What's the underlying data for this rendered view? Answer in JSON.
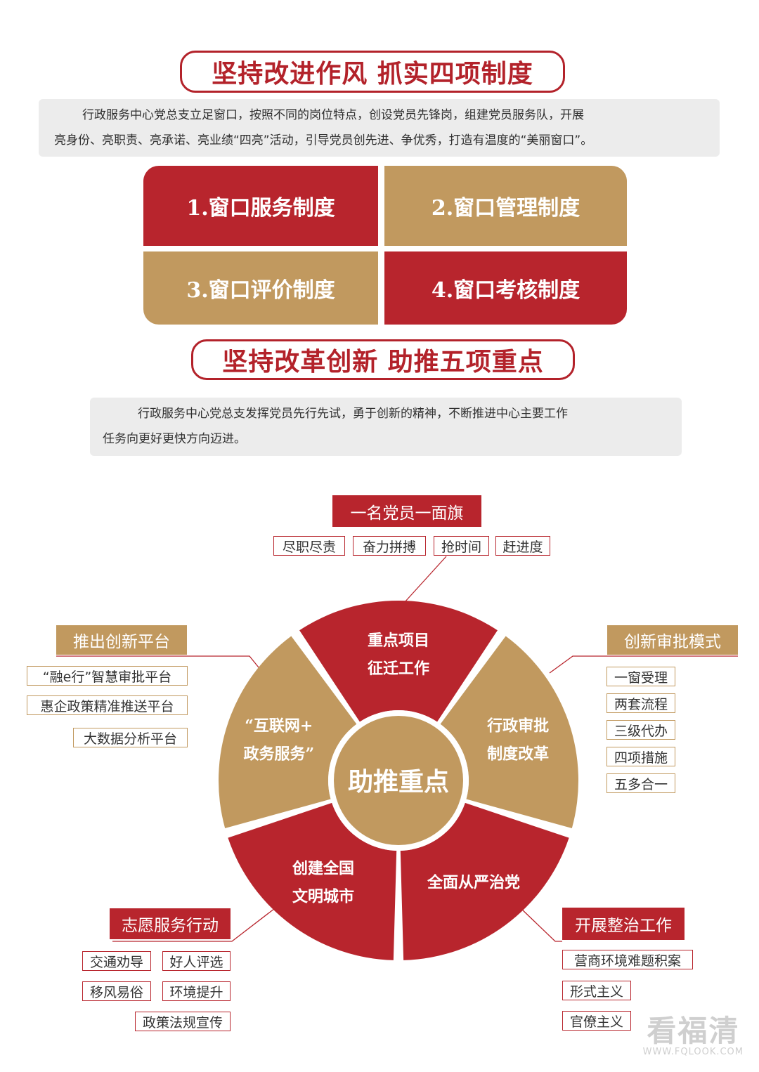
{
  "section1": {
    "title": "坚持改进作风 抓实四项制度",
    "desc_line1": "行政服务中心党总支立足窗口，按照不同的岗位特点，创设党员先锋岗，组建党员服务队，开展",
    "desc_line2": "亮身份、亮职责、亮承诺、亮业绩“四亮”活动，引导党员创先进、争优秀，打造有温度的“美丽窗口”。",
    "systems": [
      "1.窗口服务制度",
      "2.窗口管理制度",
      "3.窗口评价制度",
      "4.窗口考核制度"
    ]
  },
  "section2": {
    "title": "坚持改革创新 助推五项重点",
    "desc_line1": "行政服务中心党总支发挥党员先行先试，勇于创新的精神，不断推进中心主要工作",
    "desc_line2": "任务向更好更快方向迈进。"
  },
  "wheel": {
    "center": "助推重点",
    "segments": {
      "top": [
        "重点项目",
        "征迁工作"
      ],
      "right": [
        "行政审批",
        "制度改革"
      ],
      "bottom_right": [
        "全面从严治党"
      ],
      "bottom_left": [
        "创建全国",
        "文明城市"
      ],
      "left": [
        "“互联网+",
        "政务服务”"
      ]
    }
  },
  "groups": {
    "top": {
      "label": "一名党员一面旗",
      "tags": [
        "尽职尽责",
        "奋力拼搏",
        "抢时间",
        "赶进度"
      ]
    },
    "left": {
      "label": "推出创新平台",
      "tags": [
        "“融e行”智慧审批平台",
        "惠企政策精准推送平台",
        "大数据分析平台"
      ]
    },
    "right": {
      "label": "创新审批模式",
      "tags": [
        "一窗受理",
        "两套流程",
        "三级代办",
        "四项措施",
        "五多合一"
      ]
    },
    "bottom_left": {
      "label": "志愿服务行动",
      "tags": [
        "交通劝导",
        "好人评选",
        "移风易俗",
        "环境提升",
        "政策法规宣传"
      ]
    },
    "bottom_right": {
      "label": "开展整治工作",
      "tags": [
        "营商环境难题积案",
        "形式主义",
        "官僚主义"
      ]
    }
  },
  "watermark": {
    "logo": "看福清",
    "url": "WWW.FQLOOK.COM"
  },
  "colors": {
    "red": "#b8252d",
    "gold": "#c1995f",
    "gray": "#ececec"
  }
}
